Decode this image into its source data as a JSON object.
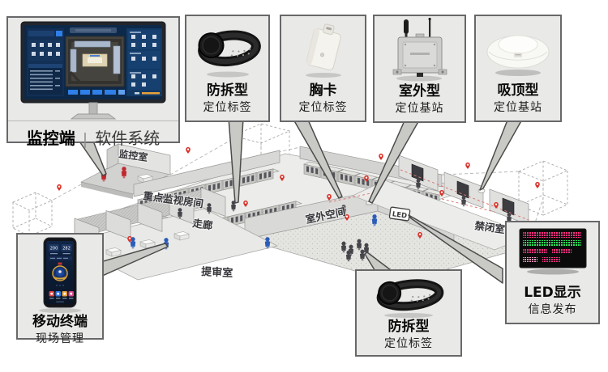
{
  "palette": {
    "box_bg": "#e9e9e7",
    "box_border": "#68686a",
    "connector_fill": "#c9c9c6",
    "connector_stroke": "#4b4b49",
    "figure_red": "#c0272d",
    "figure_blue": "#2a5cb8",
    "figure_gray": "#45454a",
    "pin_red": "#d9342b",
    "screen_navy": "#0d2949",
    "screen_accent": "#2f7fe8",
    "led_magenta": "#ff2e7e",
    "led_green": "#2ce05a"
  },
  "callouts": {
    "monitor": {
      "title_bold": "监控端",
      "divider": "|",
      "title_light": "软件系统"
    },
    "tag_wrist_top": {
      "title": "防拆型",
      "subtitle": "定位标签"
    },
    "tag_chest": {
      "title": "胸卡",
      "subtitle": "定位标签"
    },
    "station_outdoor": {
      "title": "室外型",
      "subtitle": "定位基站"
    },
    "station_ceiling": {
      "title": "吸顶型",
      "subtitle": "定位基站"
    },
    "mobile": {
      "title": "移动终端",
      "subtitle": "现场管理"
    },
    "led": {
      "title": "LED显示",
      "subtitle": "信息发布"
    },
    "tag_wrist_bottom": {
      "title": "防拆型",
      "subtitle": "定位标签"
    }
  },
  "mobile_screen": {
    "stat_left": "200",
    "stat_right": "282"
  },
  "floorplan": {
    "rooms": {
      "monitor_room": "监控室",
      "key_watch_room": "重点监视房间",
      "corridor": "走廊",
      "interrogation_room": "提审室",
      "outdoor_space": "室外空间",
      "led_sign": "LED",
      "confinement_room": "禁闭室"
    }
  }
}
